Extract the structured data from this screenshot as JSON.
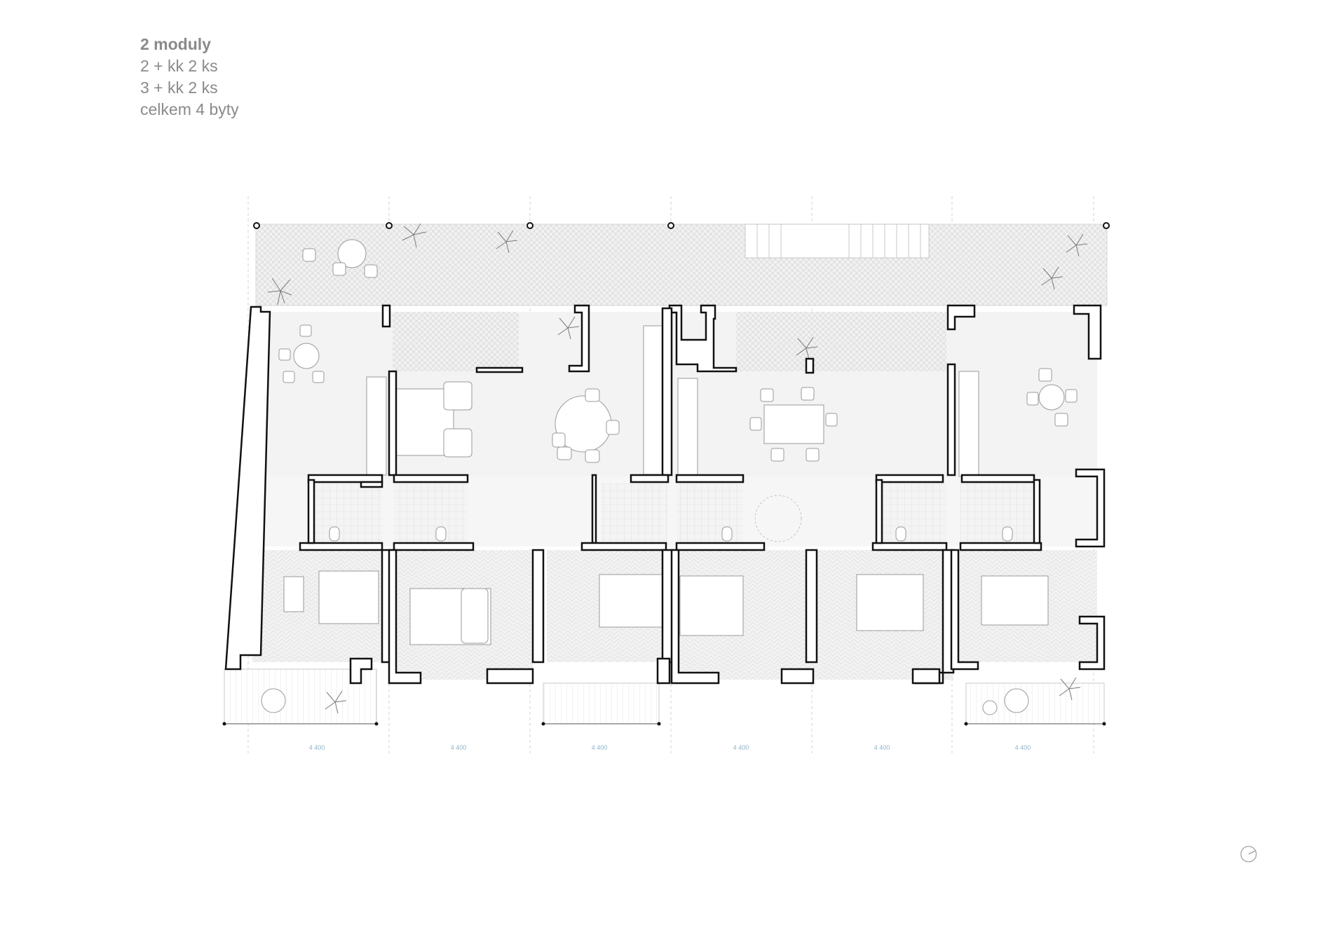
{
  "legend": {
    "heading": "2 moduly",
    "line1": "2 + kk 2 ks",
    "line2": "3 + kk 2 ks",
    "line3": "celkem 4 byty"
  },
  "dimensions": [
    "4 400",
    "4 400",
    "4 400",
    "4 400",
    "4 400",
    "4 400"
  ],
  "colors": {
    "wall": "#111111",
    "interior_floor": "#f3f3f3",
    "terrace_fill": "#ececec",
    "grid_line": "#c8c8c8",
    "dimension_text": "#8fb3c9",
    "legend_text": "#8a8a8a"
  },
  "icons": {
    "north_arrow": "north-arrow-icon"
  }
}
